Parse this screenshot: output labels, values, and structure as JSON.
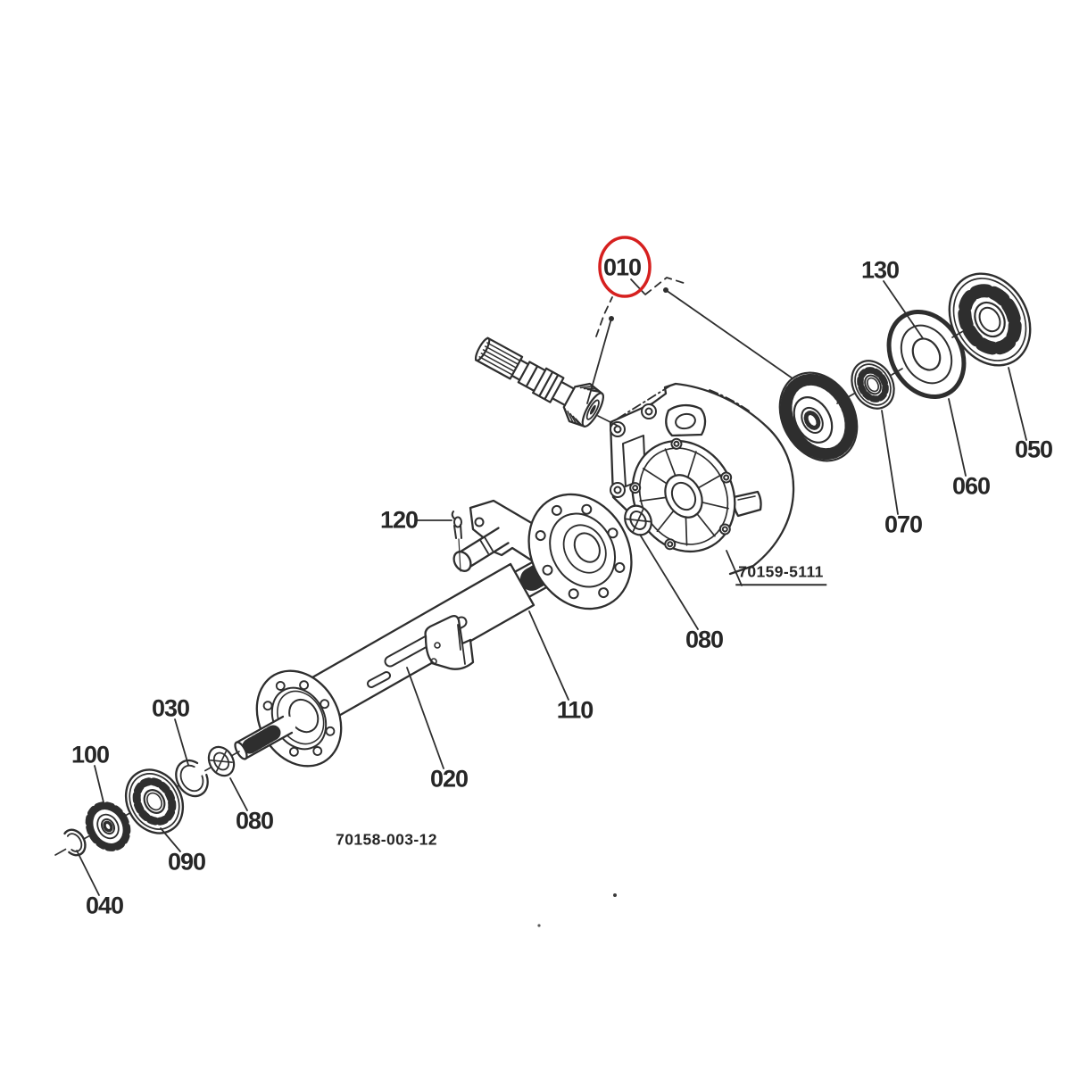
{
  "diagram": {
    "kind": "exploded-parts-diagram",
    "line_color": "#2e2e2e",
    "background": "#ffffff",
    "highlight": {
      "color": "#d6201f",
      "label": "010"
    },
    "callouts": {
      "c010": "010",
      "c020": "020",
      "c030": "030",
      "c040": "040",
      "c050": "050",
      "c060": "060",
      "c070": "070",
      "c080_housing": "080",
      "c080_shaft": "080",
      "c090": "090",
      "c100": "100",
      "c110": "110",
      "c120": "120",
      "c130": "130"
    },
    "codes": {
      "housing_part_no": "70159-5111",
      "drawing_no": "70158-003-12"
    }
  }
}
